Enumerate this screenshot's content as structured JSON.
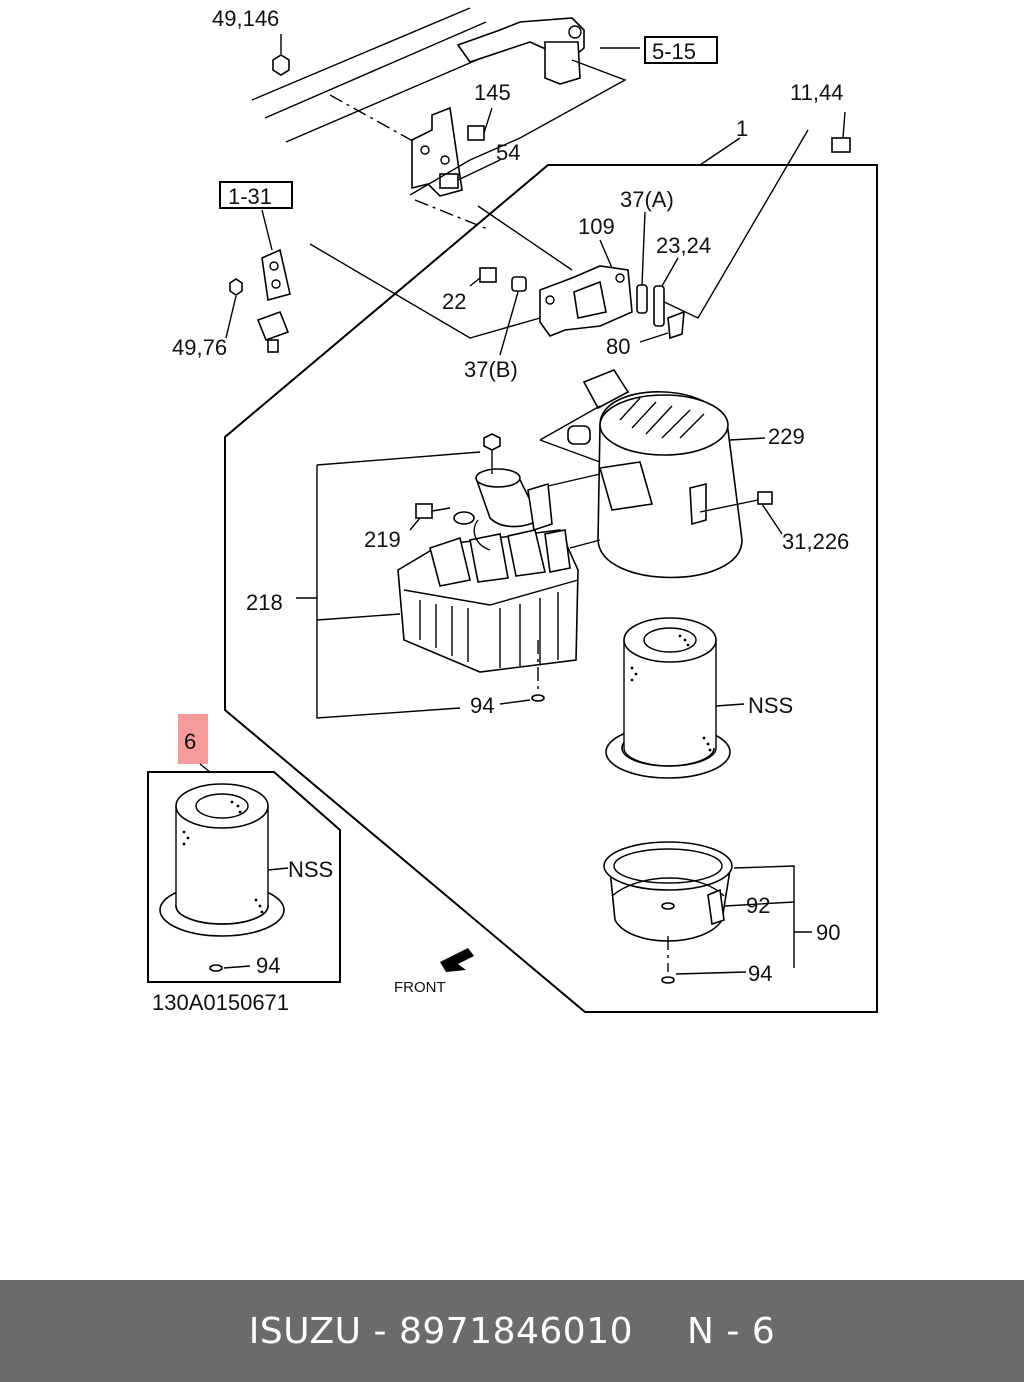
{
  "diagram": {
    "callouts": {
      "c49_146": "49,146",
      "c5_15": "5-15",
      "c145": "145",
      "c11_44": "11,44",
      "c1": "1",
      "c54": "54",
      "c1_31": "1-31",
      "c37a": "37(A)",
      "c109": "109",
      "c23_24": "23,24",
      "c22": "22",
      "c80": "80",
      "c49_76": "49,76",
      "c37b": "37(B)",
      "c229": "229",
      "c219": "219",
      "c31_226": "31,226",
      "c218": "218",
      "c94_top": "94",
      "c_nss_main": "NSS",
      "c6": "6",
      "c_nss_inset": "NSS",
      "c92": "92",
      "c90": "90",
      "c94_inset": "94",
      "c94_bottom": "94"
    },
    "front_label": "FRONT",
    "drawing_number": "130A0150671"
  },
  "footer": {
    "brand": "ISUZU",
    "separator": "-",
    "part_number": "8971846010",
    "ref": "N - 6"
  },
  "colors": {
    "highlight": "#f48a8a",
    "footer_bg": "#6b6b6b",
    "footer_text": "#ffffff"
  }
}
